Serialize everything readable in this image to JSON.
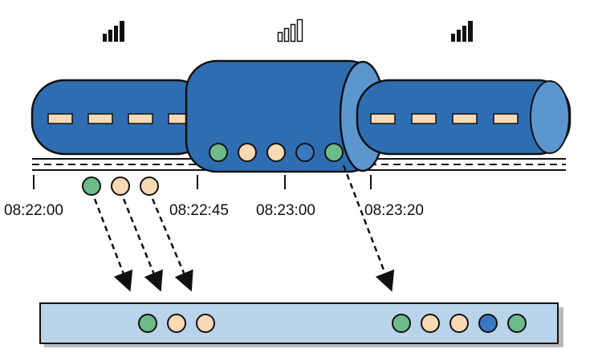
{
  "colors": {
    "tube_blue": "#2f6db3",
    "tube_dark": "#1d4f8e",
    "tube_end": "#5b96cf",
    "packet": "#f7d9b4",
    "dot_green": "#6dbb8a",
    "dot_peach": "#f7d9b4",
    "dot_blue": "#3a78c0",
    "bar_fill": "#b9d4ea",
    "stroke": "#111111"
  },
  "signal_icons": [
    {
      "name": "signal-strong-icon",
      "strength": "full"
    },
    {
      "name": "signal-weak-icon",
      "strength": "outline"
    },
    {
      "name": "signal-strong-icon",
      "strength": "full"
    }
  ],
  "timeline": {
    "ticks": [
      "08:22:00",
      "08:22:45",
      "08:23:00",
      "08:23:20"
    ]
  },
  "queued_dots": [
    "green",
    "peach",
    "peach",
    "blue",
    "green"
  ],
  "dropped_dots": [
    "green",
    "peach",
    "peach"
  ],
  "output_bar": {
    "group_left": [
      "green",
      "peach",
      "peach"
    ],
    "group_right": [
      "green",
      "peach",
      "peach",
      "blue",
      "green"
    ]
  }
}
